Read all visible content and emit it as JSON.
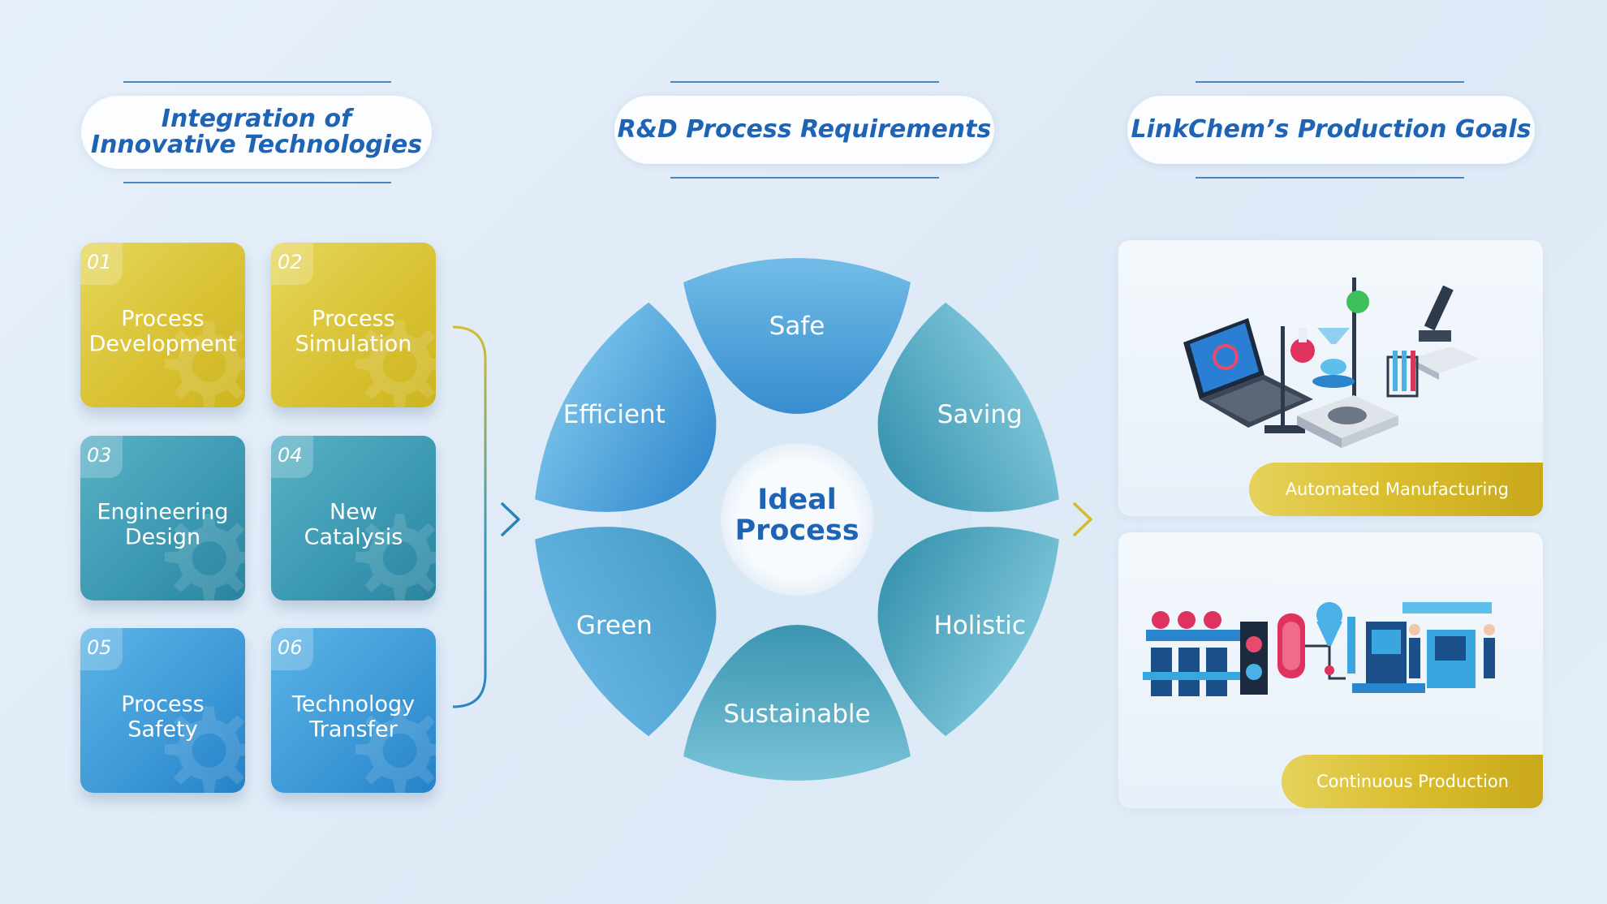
{
  "headers": {
    "left": "Integration of\nInnovative Technologies",
    "middle": "R&D Process Requirements",
    "right": "LinkChem’s Production Goals"
  },
  "technologies": [
    {
      "num": "01",
      "label": "Process\nDevelopment",
      "color": "#d9c234"
    },
    {
      "num": "02",
      "label": "Process\nSimulation",
      "color": "#d9c234"
    },
    {
      "num": "03",
      "label": "Engineering\nDesign",
      "color": "#3d9ab3"
    },
    {
      "num": "04",
      "label": "New\nCatalysis",
      "color": "#3d9ab3"
    },
    {
      "num": "05",
      "label": "Process\nSafety",
      "color": "#3f9ad7"
    },
    {
      "num": "06",
      "label": "Technology\nTransfer",
      "color": "#3f9ad7"
    }
  ],
  "requirements": {
    "center": "Ideal\nProcess",
    "petals": [
      "Safe",
      "Saving",
      "Holistic",
      "Sustainable",
      "Green",
      "Efficient"
    ]
  },
  "goals": [
    {
      "label": "Automated Manufacturing",
      "illustration": "lab-equipment-illustration"
    },
    {
      "label": "Continuous Production",
      "illustration": "factory-line-illustration"
    }
  ],
  "icons": {
    "arrow_left": "chevron-right-icon",
    "arrow_right": "chevron-right-icon"
  },
  "colors": {
    "brand_blue": "#1f63b4",
    "gold": "#d8bb2a",
    "teal": "#3d9ab3",
    "sky": "#3f9ad7"
  }
}
